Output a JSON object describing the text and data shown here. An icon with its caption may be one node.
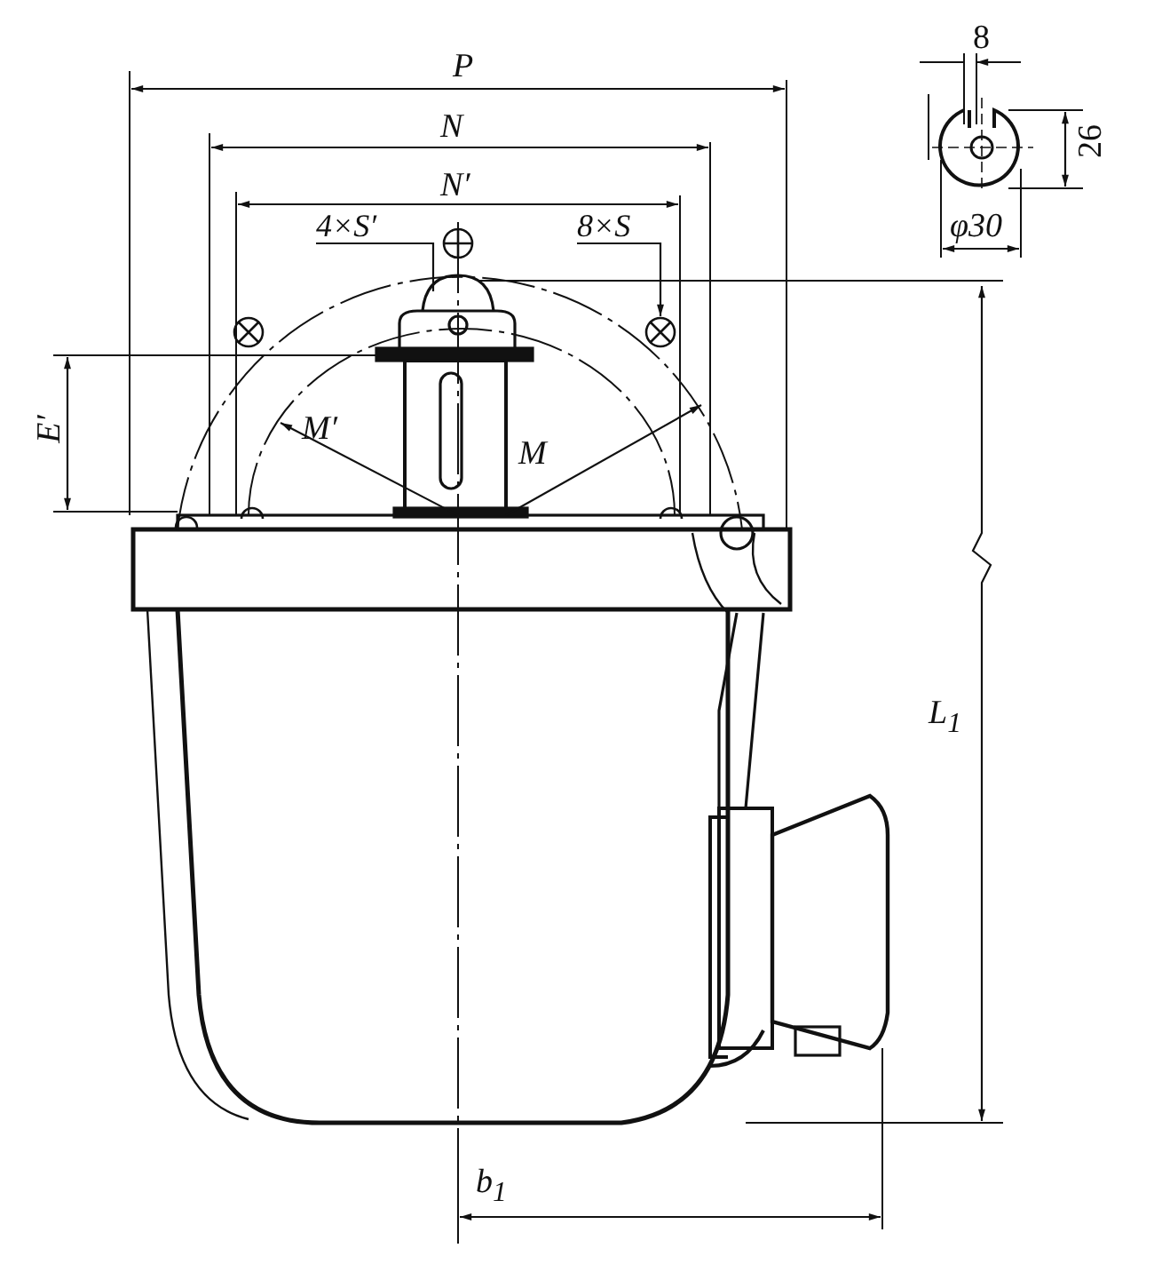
{
  "diagram": {
    "nodes": [
      {
        "text": [
          "4×S′"
        ]
      },
      {
        "text": [
          "8×S"
        ]
      }
    ],
    "edges": [
      {
        "from": 0,
        "to": null,
        "arrow": "none"
      },
      {
        "from": 1,
        "to": null,
        "arrow": "to"
      }
    ],
    "labels": [
      "8",
      "P",
      "26",
      "N",
      "N′",
      "φ30",
      "E′",
      "M′",
      "M",
      "L$_{1}$",
      "b$_{1}$"
    ]
  }
}
